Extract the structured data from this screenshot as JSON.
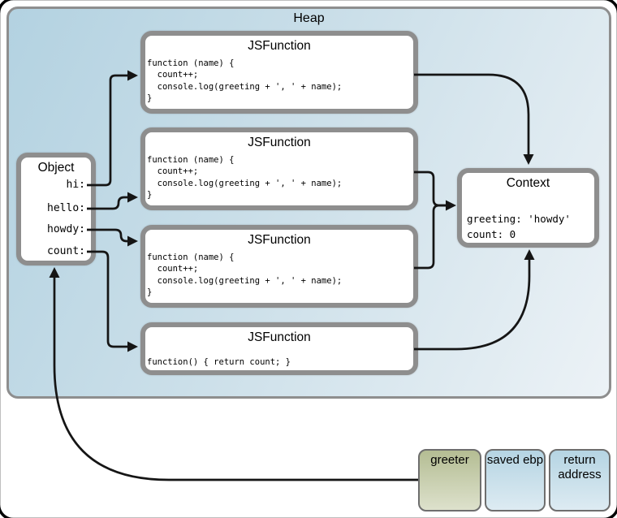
{
  "heap": {
    "title": "Heap"
  },
  "object_box": {
    "title": "Object",
    "fields": [
      "hi:",
      "hello:",
      "howdy:",
      "count:"
    ]
  },
  "jsfunctions": [
    {
      "title": "JSFunction",
      "code": [
        "function (name) {",
        "  count++;",
        "  console.log(greeting + ', ' + name);",
        "}"
      ]
    },
    {
      "title": "JSFunction",
      "code": [
        "function (name) {",
        "  count++;",
        "  console.log(greeting + ', ' + name);",
        "}"
      ]
    },
    {
      "title": "JSFunction",
      "code": [
        "function (name) {",
        "  count++;",
        "  console.log(greeting + ', ' + name);",
        "}"
      ]
    },
    {
      "title": "JSFunction",
      "code": [
        "function() { return count; }"
      ]
    }
  ],
  "context_box": {
    "title": "Context",
    "lines": [
      "greeting: 'howdy'",
      "count: 0"
    ]
  },
  "stack_cells": [
    {
      "label": "greeter"
    },
    {
      "label": "saved ebp"
    },
    {
      "label": "return address"
    }
  ],
  "colors": {
    "heap-top": "#b3d2e1",
    "heap-mid": "#cbdfe9",
    "heap-bottom": "#ecf2f6",
    "box-border": "#8e8e8e",
    "cell-border": "#6e6e6e",
    "arrow": "#151515",
    "greeter-top": "#b4bd93",
    "greeter-bottom": "#dde1cc",
    "bluecell-top": "#b5d4e3",
    "bluecell-bottom": "#ddebf2"
  }
}
